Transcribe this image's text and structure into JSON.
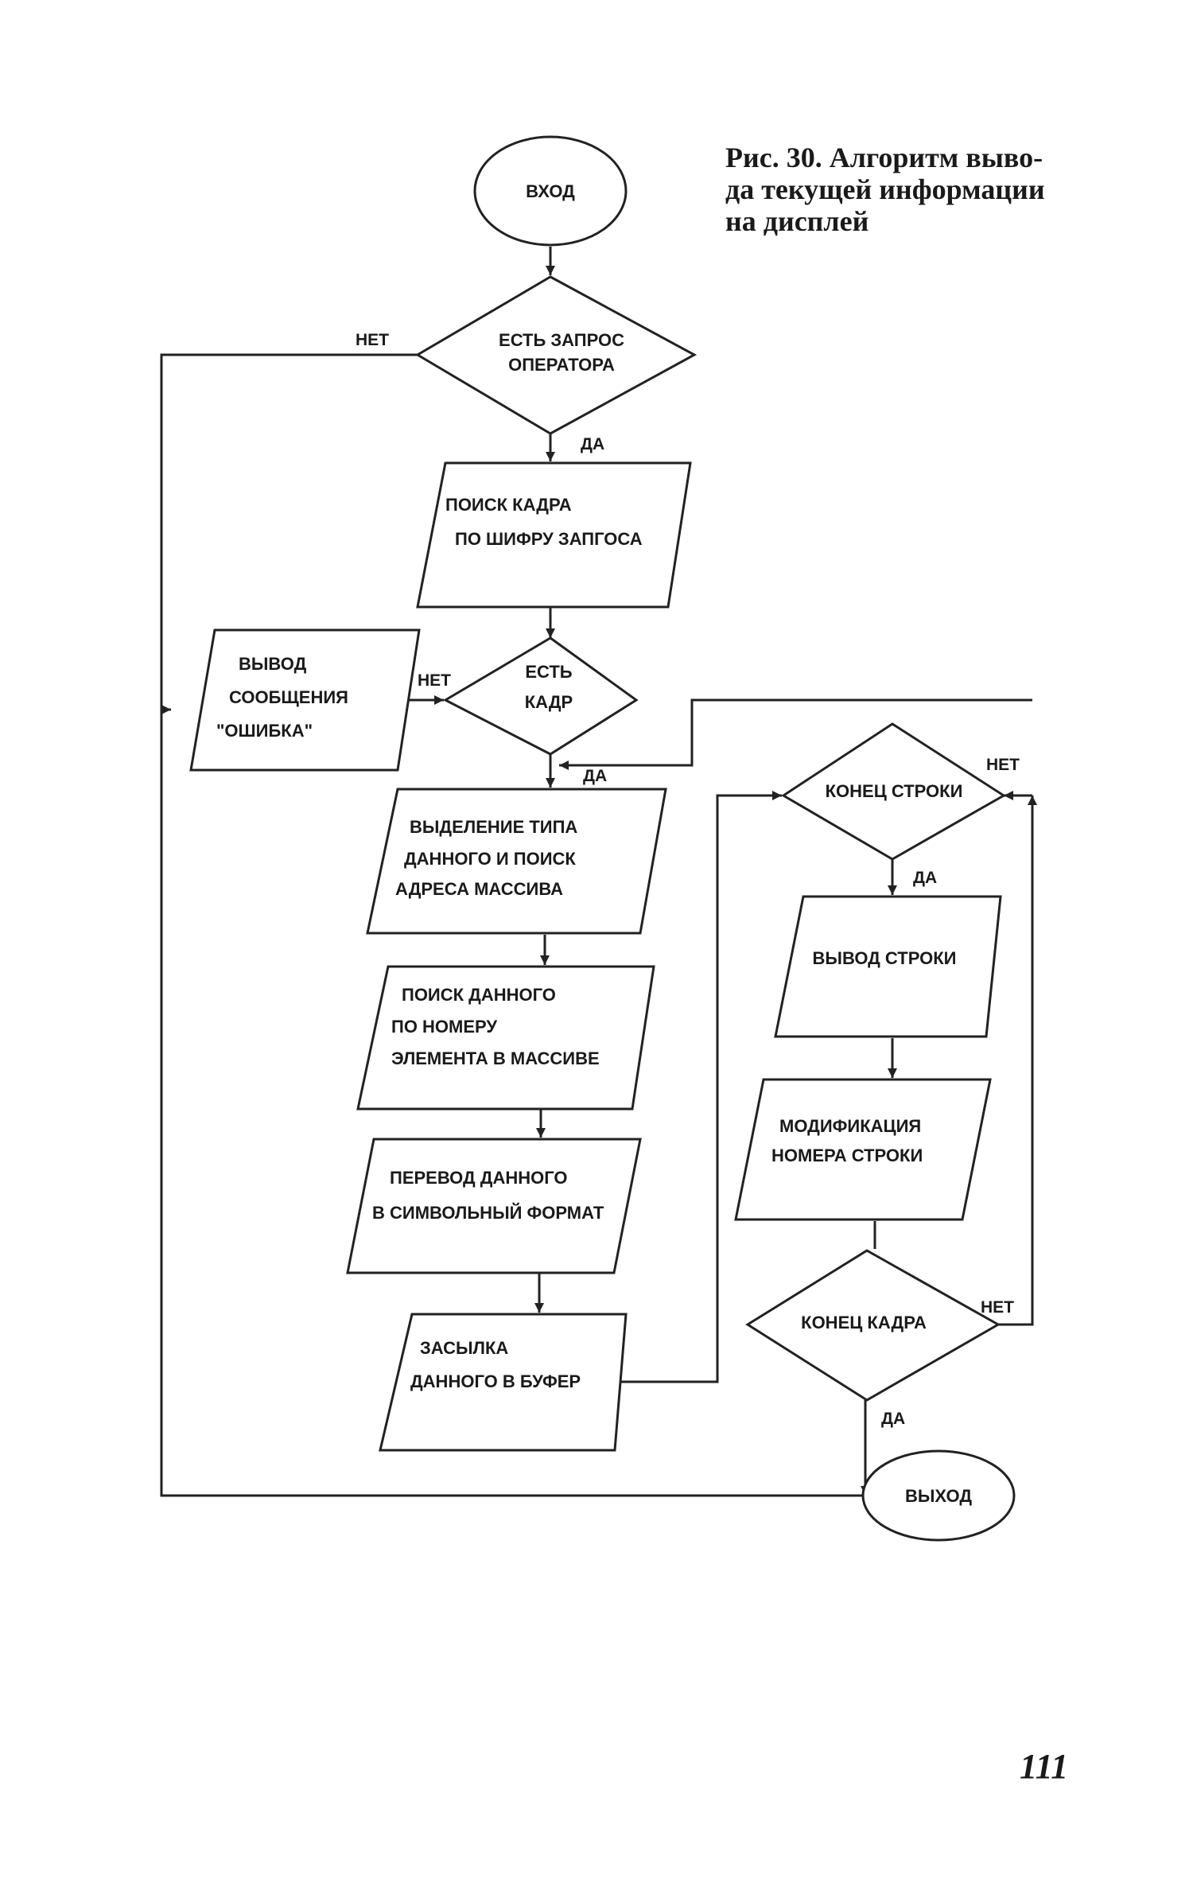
{
  "caption": {
    "lines": [
      "Рис. 30. Алгоритм выво-",
      "да текущей информации",
      "на дисплей"
    ]
  },
  "nodes": {
    "entry": "ВХОД",
    "decision_request": [
      "ЕСТЬ ЗАПРОС",
      "ОПЕРАТОРА"
    ],
    "search_frame": [
      "ПОИСК КАДРА",
      "ПО ШИФРУ ЗАПГОСА"
    ],
    "decision_frame": [
      "ЕСТЬ",
      "КАДР"
    ],
    "error_output": [
      "ВЫВОД",
      "СООБЩЕНИЯ",
      "\"ОШИБКА\""
    ],
    "select_type": [
      "ВЫДЕЛЕНИЕ ТИПА",
      "ДАННОГО И ПОИСК",
      "АДРЕСА  МАССИВА"
    ],
    "search_data": [
      "ПОИСК ДАННОГО",
      "ПО НОМЕРУ",
      "ЭЛЕМЕНТА В МАССИВЕ"
    ],
    "convert_data": [
      "ПЕРЕВОД ДАННОГО",
      "В СИМВОЛЬНЫЙ ФОРМАТ"
    ],
    "send_buffer": [
      "ЗАСЫЛКА",
      "ДАННОГО В БУФЕР"
    ],
    "decision_line_end": "КОНЕЦ СТРОКИ",
    "output_line": "ВЫВОД СТРОКИ",
    "modify_line": [
      "МОДИФИКАЦИЯ",
      "НОМЕРА СТРОКИ"
    ],
    "decision_frame_end": "КОНЕЦ КАДРА",
    "exit": "ВЫХОД"
  },
  "branch_labels": {
    "request_no": "НЕТ",
    "request_yes": "ДА",
    "frame_no": "НЕТ",
    "frame_yes": "ДА",
    "line_end_no": "НЕТ",
    "line_end_yes": "ДА",
    "frame_end_no": "НЕТ",
    "frame_end_yes": "ДА"
  },
  "page_number": "111"
}
